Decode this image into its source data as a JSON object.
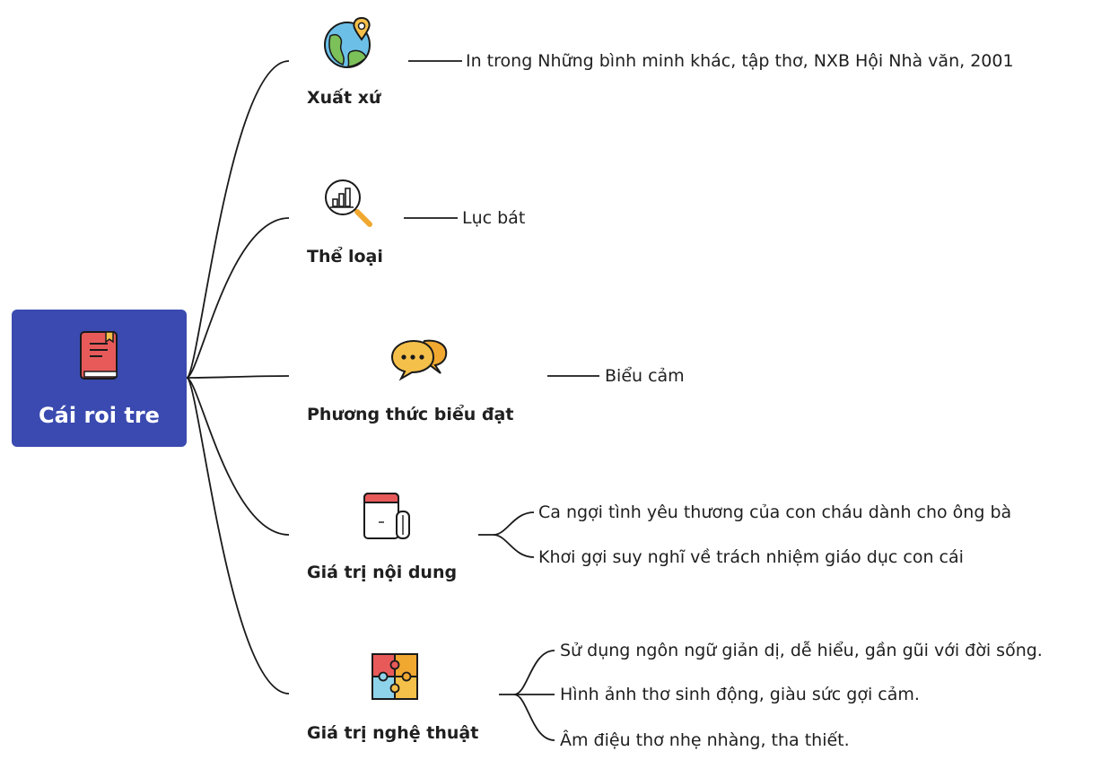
{
  "root": {
    "title": "Cái roi tre",
    "icon": "book-icon",
    "color": "#3a4ab0"
  },
  "branches": [
    {
      "label": "Xuất xứ",
      "icon": "globe-pin-icon",
      "children": [
        "In trong Những bình minh khác, tập thơ, NXB Hội Nhà văn, 2001"
      ]
    },
    {
      "label": "Thể loại",
      "icon": "magnifier-chart-icon",
      "children": [
        "Lục bát"
      ]
    },
    {
      "label": "Phương thức biểu đạt",
      "icon": "chat-bubbles-icon",
      "children": [
        "Biểu cảm"
      ]
    },
    {
      "label": "Giá trị nội dung",
      "icon": "notebook-icon",
      "children": [
        "Ca ngợi tình yêu thương của con cháu dành cho ông bà",
        "Khơi gợi suy nghĩ về trách nhiệm giáo dục con cái"
      ]
    },
    {
      "label": "Giá trị nghệ thuật",
      "icon": "puzzle-icon",
      "children": [
        "Sử dụng ngôn ngữ giản dị, dễ hiểu, gần gũi với đời sống.",
        "Hình ảnh thơ sinh động, giàu sức gợi cảm.",
        "Âm điệu thơ nhẹ nhàng, tha thiết."
      ]
    }
  ]
}
